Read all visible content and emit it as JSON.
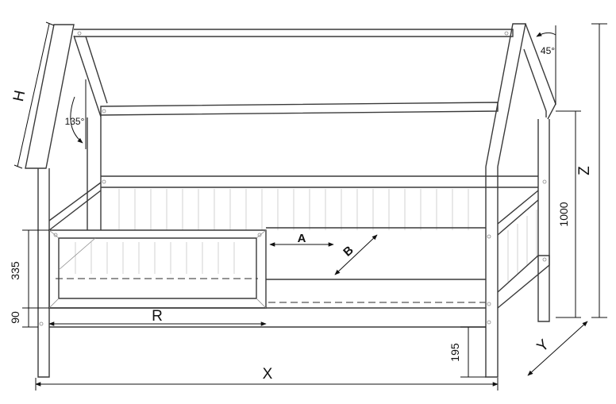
{
  "dimensions": {
    "H": "H",
    "Z": "Z",
    "X": "X",
    "Y": "Y",
    "R": "R",
    "A": "A",
    "B": "B",
    "height_1000": "1000",
    "height_335": "335",
    "height_90": "90",
    "height_195": "195"
  },
  "angles": {
    "roof_outer": "45°",
    "roof_inner": "135°"
  }
}
